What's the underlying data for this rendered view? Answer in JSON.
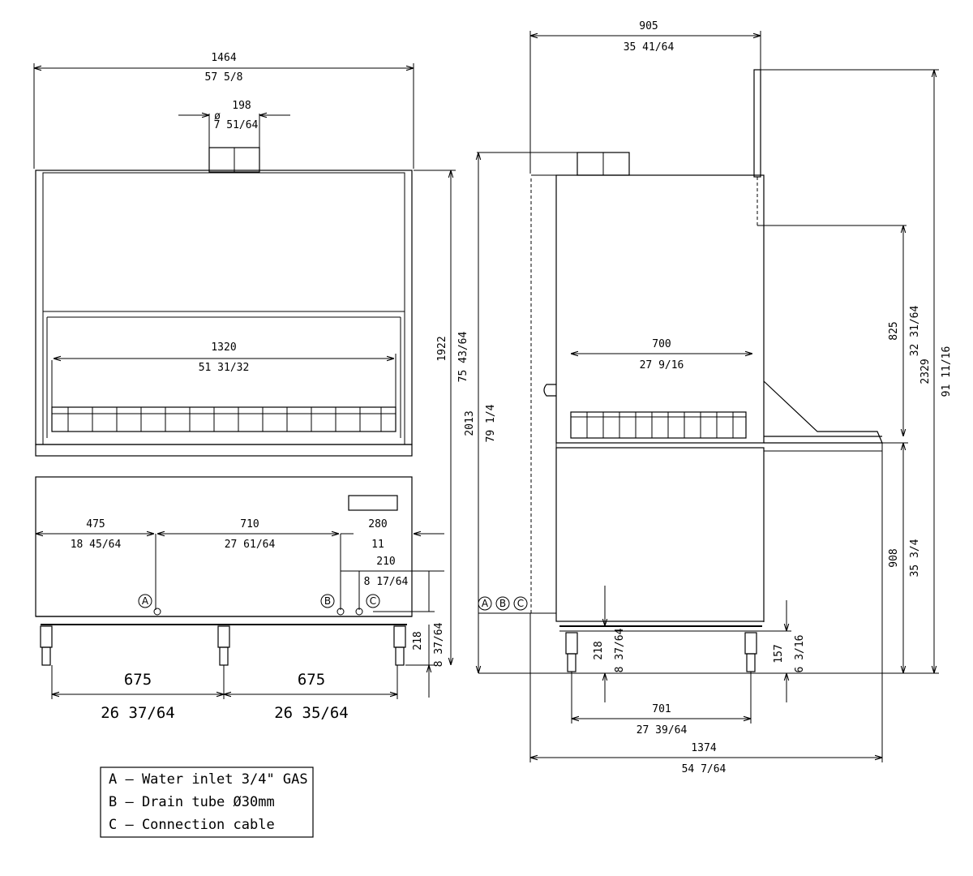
{
  "front_view": {
    "overall_width": {
      "mm": "1464",
      "in": "57 5/8"
    },
    "flue": {
      "symbol": "ø",
      "mm": "198",
      "in": "7 51/64"
    },
    "basket_width": {
      "mm": "1320",
      "in": "51 31/32"
    },
    "height_top": {
      "mm": "1922",
      "in": "75 43/64"
    },
    "height_total": {
      "mm": "2013",
      "in": "79 1/4"
    },
    "conn_a": {
      "mm": "475",
      "in": "18 45/64"
    },
    "conn_b": {
      "mm": "710",
      "in": "27 61/64"
    },
    "conn_c": {
      "mm": "280",
      "in": "11"
    },
    "conn_height": {
      "mm": "210",
      "in": "8 17/64"
    },
    "leg_height": {
      "mm": "218",
      "in": "8 37/64"
    },
    "leg_left": {
      "mm": "675",
      "in": "26 37/64"
    },
    "leg_right": {
      "mm": "675",
      "in": "26 35/64"
    }
  },
  "side_view": {
    "overall_depth_top": {
      "mm": "905",
      "in": "35 41/64"
    },
    "rack_depth": {
      "mm": "700",
      "in": "27 9/16"
    },
    "open_height": {
      "mm": "825",
      "in": "32 31/64"
    },
    "total_height": {
      "mm": "2329",
      "in": "91 11/16"
    },
    "table_height": {
      "mm": "908",
      "in": "35 3/4"
    },
    "leg_height": {
      "mm": "218",
      "in": "8 37/64"
    },
    "conn_height": {
      "mm": "157",
      "in": "6 3/16"
    },
    "leg_span": {
      "mm": "701",
      "in": "27 39/64"
    },
    "overall_depth_bottom": {
      "mm": "1374",
      "in": "54 7/64"
    }
  },
  "markers": {
    "a": "A",
    "b": "B",
    "c": "C"
  },
  "legend": {
    "items": [
      "A – Water inlet 3/4\" GAS",
      "B – Drain tube Ø30mm",
      "C – Connection cable"
    ]
  }
}
